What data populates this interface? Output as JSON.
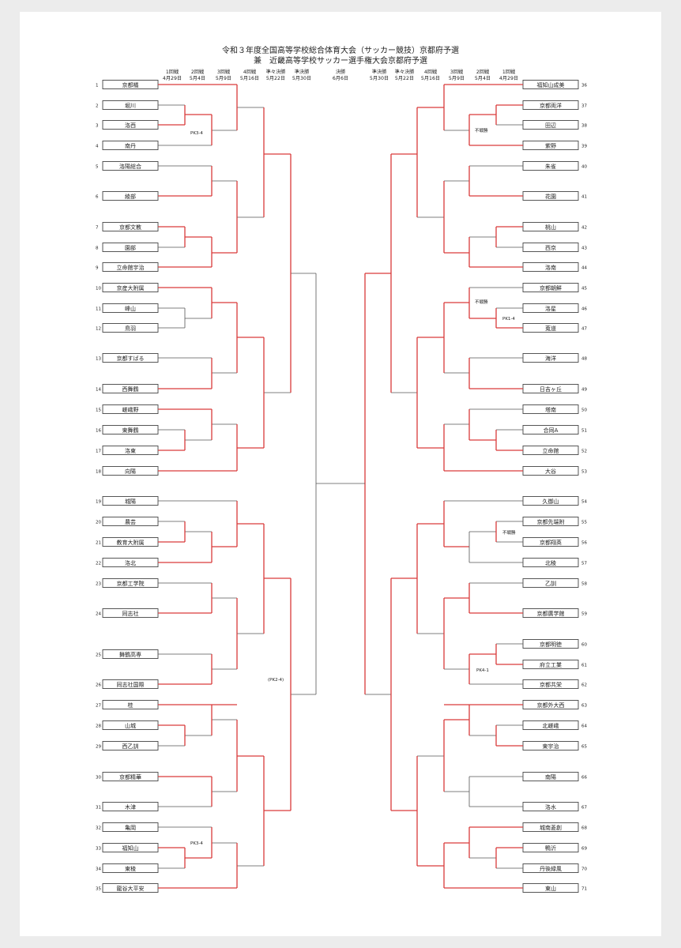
{
  "title_line1": "令和３年度全国高等学校総合体育大会（サッカー競技）京都府予選",
  "title_line2": "兼　近畿高等学校サッカー選手権大会京都府予選",
  "rounds_left": [
    {
      "name": "1回戦",
      "date": "4月29日"
    },
    {
      "name": "2回戦",
      "date": "5月4日"
    },
    {
      "name": "3回戦",
      "date": "5月9日"
    },
    {
      "name": "4回戦",
      "date": "5月16日"
    },
    {
      "name": "準々決勝",
      "date": "5月22日"
    },
    {
      "name": "準決勝",
      "date": "5月30日"
    }
  ],
  "final": {
    "name": "決勝",
    "date": "6月6日"
  },
  "rounds_right": [
    {
      "name": "準決勝",
      "date": "5月30日"
    },
    {
      "name": "準々決勝",
      "date": "5月22日"
    },
    {
      "name": "4回戦",
      "date": "5月16日"
    },
    {
      "name": "3回戦",
      "date": "5月9日"
    },
    {
      "name": "2回戦",
      "date": "5月4日"
    },
    {
      "name": "1回戦",
      "date": "4月29日"
    }
  ],
  "teams_left": [
    {
      "num": "1",
      "name": "京都橘"
    },
    {
      "num": "2",
      "name": "堀川"
    },
    {
      "num": "3",
      "name": "洛西"
    },
    {
      "num": "4",
      "name": "南丹"
    },
    {
      "num": "5",
      "name": "洛陽総合"
    },
    {
      "num": "6",
      "name": "綾部"
    },
    {
      "num": "7",
      "name": "京都文教"
    },
    {
      "num": "8",
      "name": "園部"
    },
    {
      "num": "9",
      "name": "立命館宇治"
    },
    {
      "num": "10",
      "name": "京産大附属"
    },
    {
      "num": "11",
      "name": "峰山"
    },
    {
      "num": "12",
      "name": "鳥羽"
    },
    {
      "num": "13",
      "name": "京都すばる"
    },
    {
      "num": "14",
      "name": "西舞鶴"
    },
    {
      "num": "15",
      "name": "嵯峨野"
    },
    {
      "num": "16",
      "name": "東舞鶴"
    },
    {
      "num": "17",
      "name": "洛東"
    },
    {
      "num": "18",
      "name": "向陽"
    },
    {
      "num": "19",
      "name": "城陽"
    },
    {
      "num": "20",
      "name": "農芸"
    },
    {
      "num": "21",
      "name": "教育大附属"
    },
    {
      "num": "22",
      "name": "洛北"
    },
    {
      "num": "23",
      "name": "京都工学院"
    },
    {
      "num": "24",
      "name": "同志社"
    },
    {
      "num": "25",
      "name": "舞鶴高専"
    },
    {
      "num": "26",
      "name": "同志社国際"
    },
    {
      "num": "27",
      "name": "桂"
    },
    {
      "num": "28",
      "name": "山城"
    },
    {
      "num": "29",
      "name": "西乙訓"
    },
    {
      "num": "30",
      "name": "京都精華"
    },
    {
      "num": "31",
      "name": "木津"
    },
    {
      "num": "32",
      "name": "亀岡"
    },
    {
      "num": "33",
      "name": "福知山"
    },
    {
      "num": "34",
      "name": "東稜"
    },
    {
      "num": "35",
      "name": "龍谷大平安"
    }
  ],
  "teams_right": [
    {
      "num": "36",
      "name": "福知山成美"
    },
    {
      "num": "37",
      "name": "京都両洋"
    },
    {
      "num": "38",
      "name": "田辺"
    },
    {
      "num": "39",
      "name": "紫野"
    },
    {
      "num": "40",
      "name": "朱雀"
    },
    {
      "num": "41",
      "name": "花園"
    },
    {
      "num": "42",
      "name": "桃山"
    },
    {
      "num": "43",
      "name": "西京"
    },
    {
      "num": "44",
      "name": "洛南"
    },
    {
      "num": "45",
      "name": "京都朝鮮"
    },
    {
      "num": "46",
      "name": "洛星"
    },
    {
      "num": "47",
      "name": "莵道"
    },
    {
      "num": "48",
      "name": "海洋"
    },
    {
      "num": "49",
      "name": "日吉ヶ丘"
    },
    {
      "num": "50",
      "name": "塔南"
    },
    {
      "num": "51",
      "name": "合同A"
    },
    {
      "num": "52",
      "name": "立命館"
    },
    {
      "num": "53",
      "name": "大谷"
    },
    {
      "num": "54",
      "name": "久御山"
    },
    {
      "num": "55",
      "name": "京都先端附"
    },
    {
      "num": "56",
      "name": "京都翔英"
    },
    {
      "num": "57",
      "name": "北稜"
    },
    {
      "num": "58",
      "name": "乙訓"
    },
    {
      "num": "59",
      "name": "京都廣学館"
    },
    {
      "num": "60",
      "name": "京都明徳"
    },
    {
      "num": "61",
      "name": "府立工業"
    },
    {
      "num": "62",
      "name": "京都共栄"
    },
    {
      "num": "63",
      "name": "京都外大西"
    },
    {
      "num": "64",
      "name": "北嵯峨"
    },
    {
      "num": "65",
      "name": "東宇治"
    },
    {
      "num": "66",
      "name": "南陽"
    },
    {
      "num": "67",
      "name": "洛水"
    },
    {
      "num": "68",
      "name": "城南菱創"
    },
    {
      "num": "69",
      "name": "鴨沂"
    },
    {
      "num": "70",
      "name": "丹後緑風"
    },
    {
      "num": "71",
      "name": "東山"
    }
  ],
  "notes": {
    "pk_2_3": "PK3-4",
    "pk_32_34": "PK3-4",
    "pk_final": "(PK2-4)",
    "pk_46_47": "PK1-4",
    "pk_60_61": "PK4-1",
    "forfeit_37_38": "不戦勝",
    "forfeit_45": "不戦勝",
    "forfeit_55_56": "不戦勝"
  },
  "colors": {
    "win": "#d93a3a",
    "lose": "#555555",
    "frame": "#444444"
  }
}
